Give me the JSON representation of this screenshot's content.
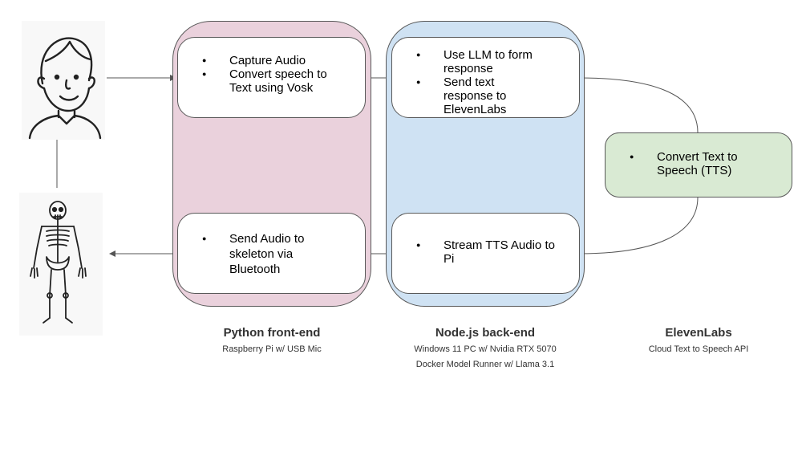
{
  "python": {
    "title": "Python front-end",
    "subtitle": "Raspberry Pi w/ USB Mic",
    "box_top": [
      "Capture Audio",
      "Convert speech to Text using Vosk"
    ],
    "box_bottom": [
      "Send Audio to skeleton via Bluetooth"
    ]
  },
  "node": {
    "title": "Node.js back-end",
    "subtitle_1": "Windows 11 PC w/ Nvidia RTX 5070",
    "subtitle_2": "Docker Model Runner w/ Llama 3.1",
    "box_top": [
      "Use LLM to form response",
      "Send text response to ElevenLabs"
    ],
    "box_bottom": [
      "Stream TTS Audio to Pi"
    ]
  },
  "eleven": {
    "title": "ElevenLabs",
    "subtitle": "Cloud Text to Speech API",
    "box": [
      "Convert Text to Speech (TTS)"
    ]
  },
  "icons": {
    "user": "boy-face-icon",
    "skeleton": "skeleton-icon"
  },
  "colors": {
    "python_panel": "#ead1dc",
    "node_panel": "#cfe2f3",
    "tts_box": "#d9ead3",
    "border": "#595959"
  }
}
